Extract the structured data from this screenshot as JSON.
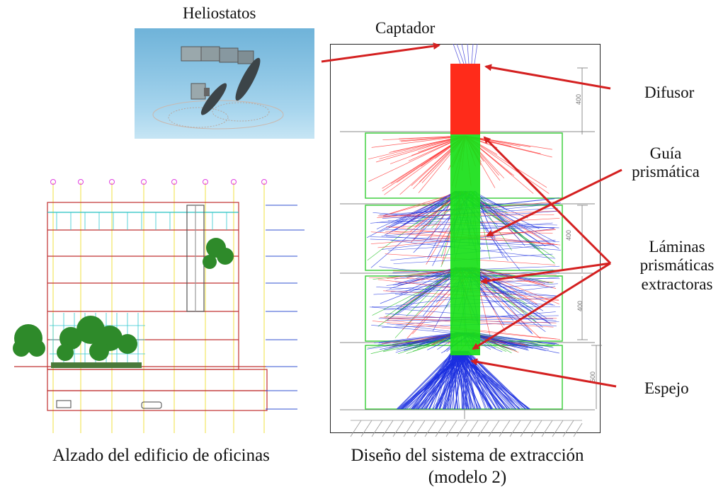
{
  "labels": {
    "heliostatos": "Heliostatos",
    "captador": "Captador",
    "difusor": "Difusor",
    "guia_line1": "Guía",
    "guia_line2": "prismática",
    "laminas_line1": "Láminas",
    "laminas_line2": "prismáticas",
    "laminas_line3": "extractoras",
    "espejo": "Espejo"
  },
  "captions": {
    "building": "Alzado del edificio de oficinas",
    "system_line1": "Diseño del sistema de extracción",
    "system_line2": "(modelo 2)"
  },
  "dimensions": {
    "d1": "400",
    "d2": "400",
    "d3": "400",
    "d4": "500"
  },
  "colors": {
    "arrow": "#d42020",
    "difusor": "#ff2b1a",
    "guia": "#18e018",
    "rays_red": "#ff3030",
    "rays_blue": "#1a2ee0",
    "rays_green": "#20c020",
    "sky_top": "#6fb3d9",
    "sky_bottom": "#c6e5f4"
  }
}
